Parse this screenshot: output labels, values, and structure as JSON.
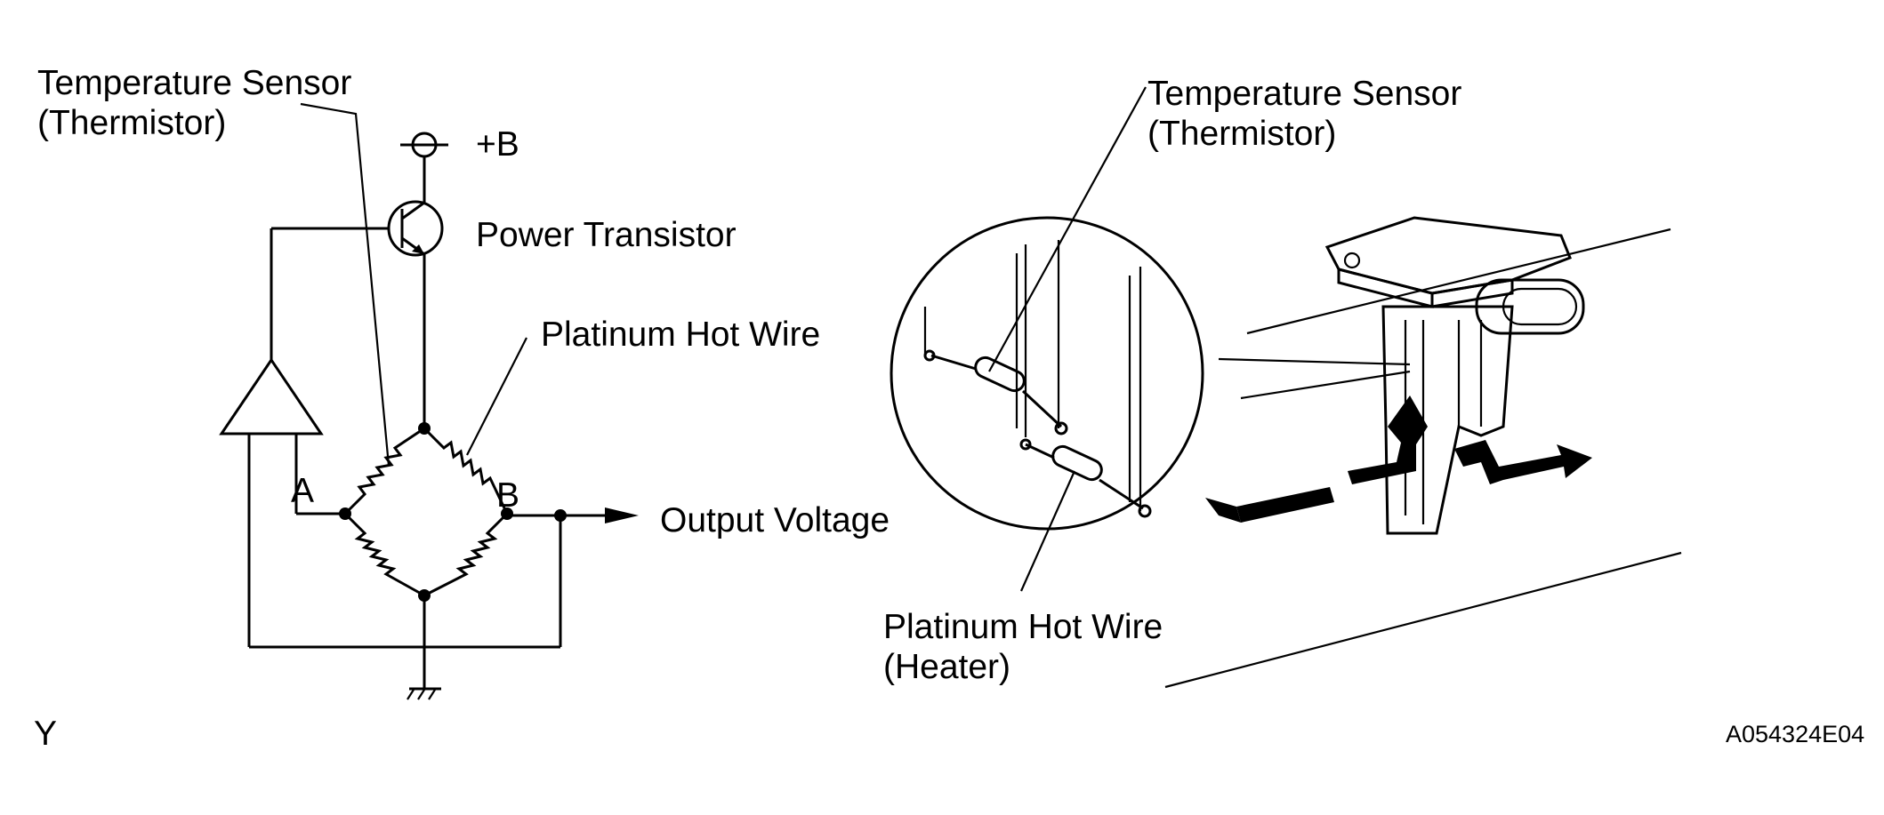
{
  "circuit": {
    "temp_sensor_line1": "Temperature Sensor",
    "temp_sensor_line2": "(Thermistor)",
    "supply": "+B",
    "power_transistor": "Power Transistor",
    "hot_wire": "Platinum Hot Wire",
    "node_a": "A",
    "node_b": "B",
    "output": "Output Voltage"
  },
  "sensor_detail": {
    "temp_sensor_line1": "Temperature Sensor",
    "temp_sensor_line2": "(Thermistor)",
    "hot_wire_line1": "Platinum Hot Wire",
    "hot_wire_line2": "(Heater)"
  },
  "footer": {
    "left_code": "Y",
    "figure_id": "A054324E04"
  }
}
